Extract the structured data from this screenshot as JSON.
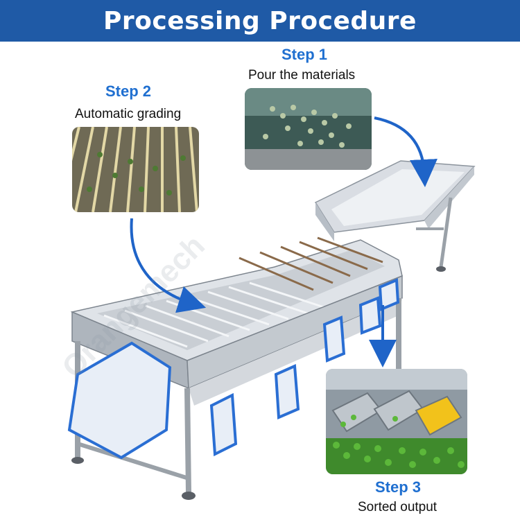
{
  "banner": {
    "title": "Processing Procedure"
  },
  "steps": [
    {
      "title": "Step 1",
      "caption": "Pour the materials"
    },
    {
      "title": "Step 2",
      "caption": "Automatic grading"
    },
    {
      "title": "Step 3",
      "caption": "Sorted output"
    }
  ],
  "watermark": {
    "text": "Orangemech"
  },
  "colors": {
    "banner": "#1f5aa6",
    "step_title": "#1f6fd0",
    "arrow": "#1f64c8",
    "peas": "#5cb83a",
    "corn": "#f2c21b"
  }
}
